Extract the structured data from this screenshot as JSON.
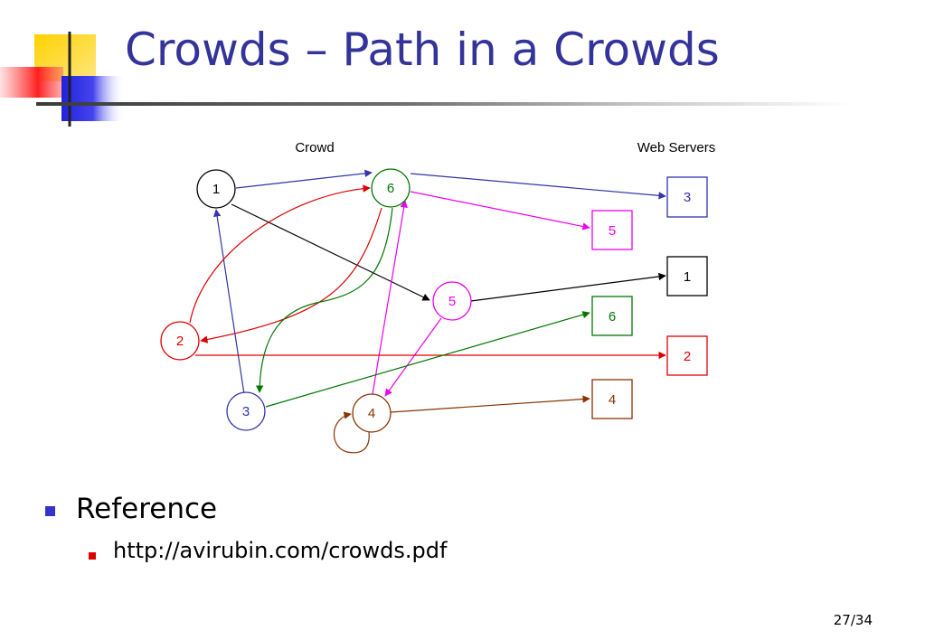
{
  "slide": {
    "title": "Crowds – Path in a Crowds",
    "page_number": "27/34"
  },
  "diagram": {
    "crowd_label": "Crowd",
    "servers_label": "Web Servers",
    "crowd_nodes": [
      {
        "id": "1",
        "color": "#000000"
      },
      {
        "id": "6",
        "color": "#007700"
      },
      {
        "id": "5",
        "color": "#ee00ee"
      },
      {
        "id": "2",
        "color": "#dd0000"
      },
      {
        "id": "3",
        "color": "#3333aa"
      },
      {
        "id": "4",
        "color": "#883300"
      }
    ],
    "servers": [
      {
        "id": "3",
        "color": "#3333aa"
      },
      {
        "id": "5",
        "color": "#ee00ee"
      },
      {
        "id": "1",
        "color": "#000000"
      },
      {
        "id": "6",
        "color": "#007700"
      },
      {
        "id": "2",
        "color": "#dd0000"
      },
      {
        "id": "4",
        "color": "#883300"
      }
    ]
  },
  "bullets": [
    {
      "text": "Reference",
      "children": [
        {
          "text": "http://avirubin.com/crowds.pdf"
        }
      ]
    }
  ]
}
